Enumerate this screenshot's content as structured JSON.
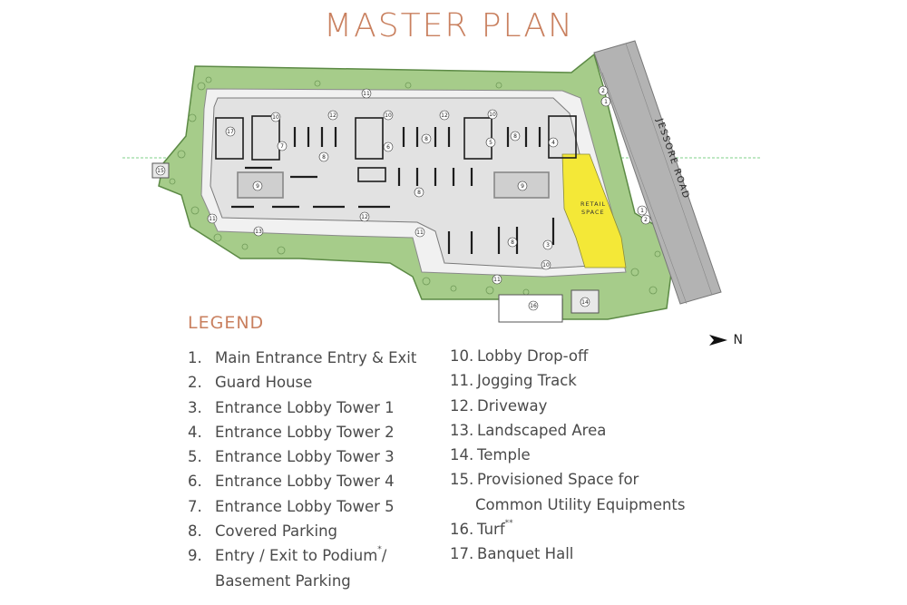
{
  "title": "MASTER PLAN",
  "road_label": "JESSORE ROAD",
  "retail_label_1": "RETAIL",
  "retail_label_2": "SPACE",
  "legend_title": "LEGEND",
  "north_label": "N",
  "legend": [
    {
      "num": "1.",
      "text": "Main Entrance Entry & Exit"
    },
    {
      "num": "2.",
      "text": "Guard House"
    },
    {
      "num": "3.",
      "text": "Entrance Lobby Tower 1"
    },
    {
      "num": "4.",
      "text": "Entrance Lobby Tower 2"
    },
    {
      "num": "5.",
      "text": "Entrance Lobby Tower 3"
    },
    {
      "num": "6.",
      "text": "Entrance Lobby Tower 4"
    },
    {
      "num": "7.",
      "text": "Entrance Lobby Tower 5"
    },
    {
      "num": "8.",
      "text": "Covered Parking"
    },
    {
      "num": "9.",
      "text": "Entry / Exit to Podium",
      "sup": "*",
      "after": "/",
      "cont": "Basement Parking"
    },
    {
      "num": "10.",
      "text": "Lobby Drop-off"
    },
    {
      "num": "11.",
      "text": "Jogging Track"
    },
    {
      "num": "12.",
      "text": "Driveway"
    },
    {
      "num": "13.",
      "text": "Landscaped Area"
    },
    {
      "num": "14.",
      "text": "Temple"
    },
    {
      "num": "15.",
      "text": "Provisioned Space for",
      "cont": "Common Utility Equipments"
    },
    {
      "num": "16.",
      "text": "Turf",
      "sup": "**"
    },
    {
      "num": "17.",
      "text": "Banquet Hall"
    }
  ],
  "map_markers": [
    "1",
    "2",
    "3",
    "4",
    "5",
    "6",
    "7",
    "8",
    "9",
    "10",
    "11",
    "12",
    "13",
    "14",
    "15",
    "16",
    "17"
  ],
  "colors": {
    "accent": "#c9805f",
    "landscape": "#9fc783",
    "landscape_dark": "#5c8a45",
    "podium": "#e3e3e3",
    "road": "#b5b5b5",
    "retail": "#f4e837"
  }
}
